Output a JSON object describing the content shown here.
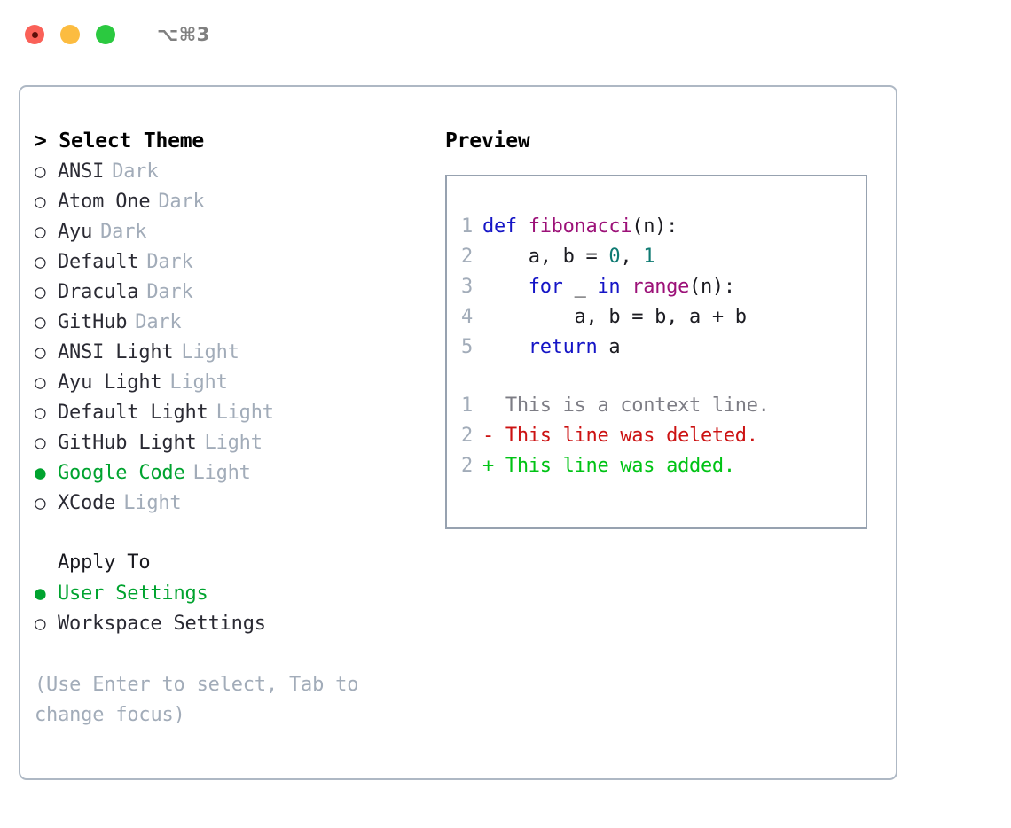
{
  "window": {
    "traffic_lights": [
      "close",
      "minimize",
      "maximize"
    ],
    "shortcut": "⌥⌘3"
  },
  "theme_selector": {
    "header": "> Select Theme",
    "selected_marker": "●",
    "unselected_marker": "○",
    "options": [
      {
        "name": "ANSI",
        "kind": "Dark",
        "selected": false
      },
      {
        "name": "Atom One",
        "kind": "Dark",
        "selected": false
      },
      {
        "name": "Ayu",
        "kind": "Dark",
        "selected": false
      },
      {
        "name": "Default",
        "kind": "Dark",
        "selected": false
      },
      {
        "name": "Dracula",
        "kind": "Dark",
        "selected": false
      },
      {
        "name": "GitHub",
        "kind": "Dark",
        "selected": false
      },
      {
        "name": "ANSI Light",
        "kind": "Light",
        "selected": false
      },
      {
        "name": "Ayu Light",
        "kind": "Light",
        "selected": false
      },
      {
        "name": "Default Light",
        "kind": "Light",
        "selected": false
      },
      {
        "name": "GitHub Light",
        "kind": "Light",
        "selected": false
      },
      {
        "name": "Google Code",
        "kind": "Light",
        "selected": true
      },
      {
        "name": "XCode",
        "kind": "Light",
        "selected": false
      }
    ]
  },
  "apply_to": {
    "header": "Apply To",
    "options": [
      {
        "name": "User Settings",
        "selected": true
      },
      {
        "name": "Workspace Settings",
        "selected": false
      }
    ]
  },
  "hint": "(Use Enter to select, Tab to change focus)",
  "preview": {
    "title": "Preview",
    "code_lines": [
      {
        "no": "1",
        "tokens": [
          {
            "t": "def ",
            "c": "kw"
          },
          {
            "t": "fibonacci",
            "c": "fn"
          },
          {
            "t": "(n):",
            "c": "plain"
          }
        ]
      },
      {
        "no": "2",
        "tokens": [
          {
            "t": "    a, b = ",
            "c": "plain"
          },
          {
            "t": "0",
            "c": "num"
          },
          {
            "t": ", ",
            "c": "plain"
          },
          {
            "t": "1",
            "c": "num"
          }
        ]
      },
      {
        "no": "3",
        "tokens": [
          {
            "t": "    ",
            "c": "plain"
          },
          {
            "t": "for",
            "c": "kw"
          },
          {
            "t": " _ ",
            "c": "plain"
          },
          {
            "t": "in",
            "c": "kw"
          },
          {
            "t": " ",
            "c": "plain"
          },
          {
            "t": "range",
            "c": "fn"
          },
          {
            "t": "(n):",
            "c": "plain"
          }
        ]
      },
      {
        "no": "4",
        "tokens": [
          {
            "t": "        a, b = b, a + b",
            "c": "plain"
          }
        ]
      },
      {
        "no": "5",
        "tokens": [
          {
            "t": "    ",
            "c": "plain"
          },
          {
            "t": "return",
            "c": "kw"
          },
          {
            "t": " a",
            "c": "plain"
          }
        ]
      }
    ],
    "diff_lines": [
      {
        "no": "1",
        "text": "  This is a context line.",
        "kind": "ctx"
      },
      {
        "no": "2",
        "text": "- This line was deleted.",
        "kind": "del"
      },
      {
        "no": "2",
        "text": "+ This line was added.",
        "kind": "add"
      }
    ]
  },
  "colors": {
    "accent_green": "#00a32f",
    "muted": "#a2acb9",
    "panel_border": "#aeb8c4",
    "code_border": "#97a2b0",
    "keyword": "#1515c6",
    "function": "#9c1178",
    "number": "#0e7a72",
    "diff_deleted": "#cc1212",
    "diff_added": "#00c315",
    "diff_context": "#7d7d85"
  }
}
